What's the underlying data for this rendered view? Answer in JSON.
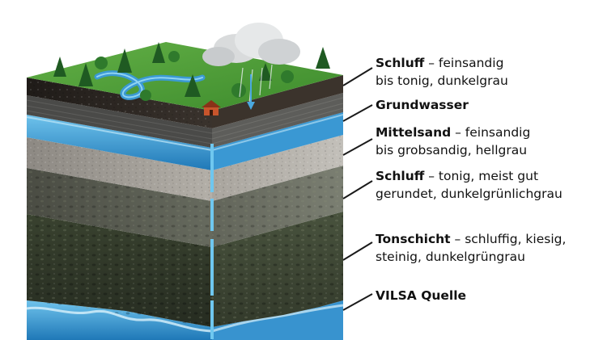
{
  "layers": [
    {
      "name": "Schluff",
      "desc_line1": " – feinsandig",
      "desc_line2": "bis tonig, dunkelgrau"
    },
    {
      "name": "Grundwasser",
      "desc_line1": "",
      "desc_line2": ""
    },
    {
      "name": "Mittelsand",
      "desc_line1": " – feinsandig",
      "desc_line2": "bis grobsandig, hellgrau"
    },
    {
      "name": "Schluff",
      "desc_line1": " – tonig, meist gut",
      "desc_line2": "gerundet, dunkelgrünlichgrau"
    },
    {
      "name": "Tonschicht",
      "desc_line1": " – schluffig, kiesig,",
      "desc_line2": "steinig, dunkelgrüngrau"
    },
    {
      "name": "VILSA Quelle",
      "desc_line1": "",
      "desc_line2": ""
    }
  ],
  "colors": {
    "grass": "#4f9a3a",
    "water": "#3f9fd6",
    "topsoil": "#2b2622",
    "mittelsand": "#a6a39d",
    "schluff_dark": "#55584e",
    "tonschicht": "#3c4537",
    "leader": "#1a1a1a"
  }
}
